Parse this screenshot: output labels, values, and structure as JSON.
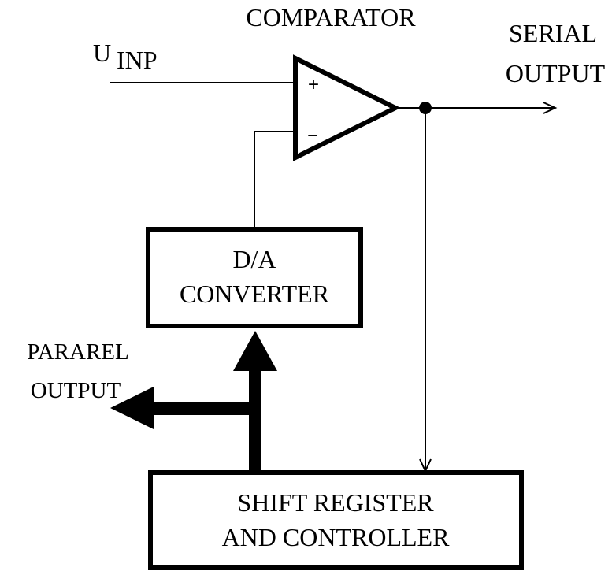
{
  "comparator": {
    "title": "COMPARATOR",
    "plus": "+",
    "minus": "−"
  },
  "input": {
    "symbol": "U",
    "subscript": "INP"
  },
  "serial_output": {
    "line1": "SERIAL",
    "line2": "OUTPUT"
  },
  "dac": {
    "line1": "D/A",
    "line2": "CONVERTER"
  },
  "parallel_output": {
    "line1": "PARAREL",
    "line2": "OUTPUT"
  },
  "shift_register": {
    "line1": "SHIFT REGISTER",
    "line2": "AND CONTROLLER"
  },
  "colors": {
    "line": "#000000",
    "background": "#ffffff"
  }
}
